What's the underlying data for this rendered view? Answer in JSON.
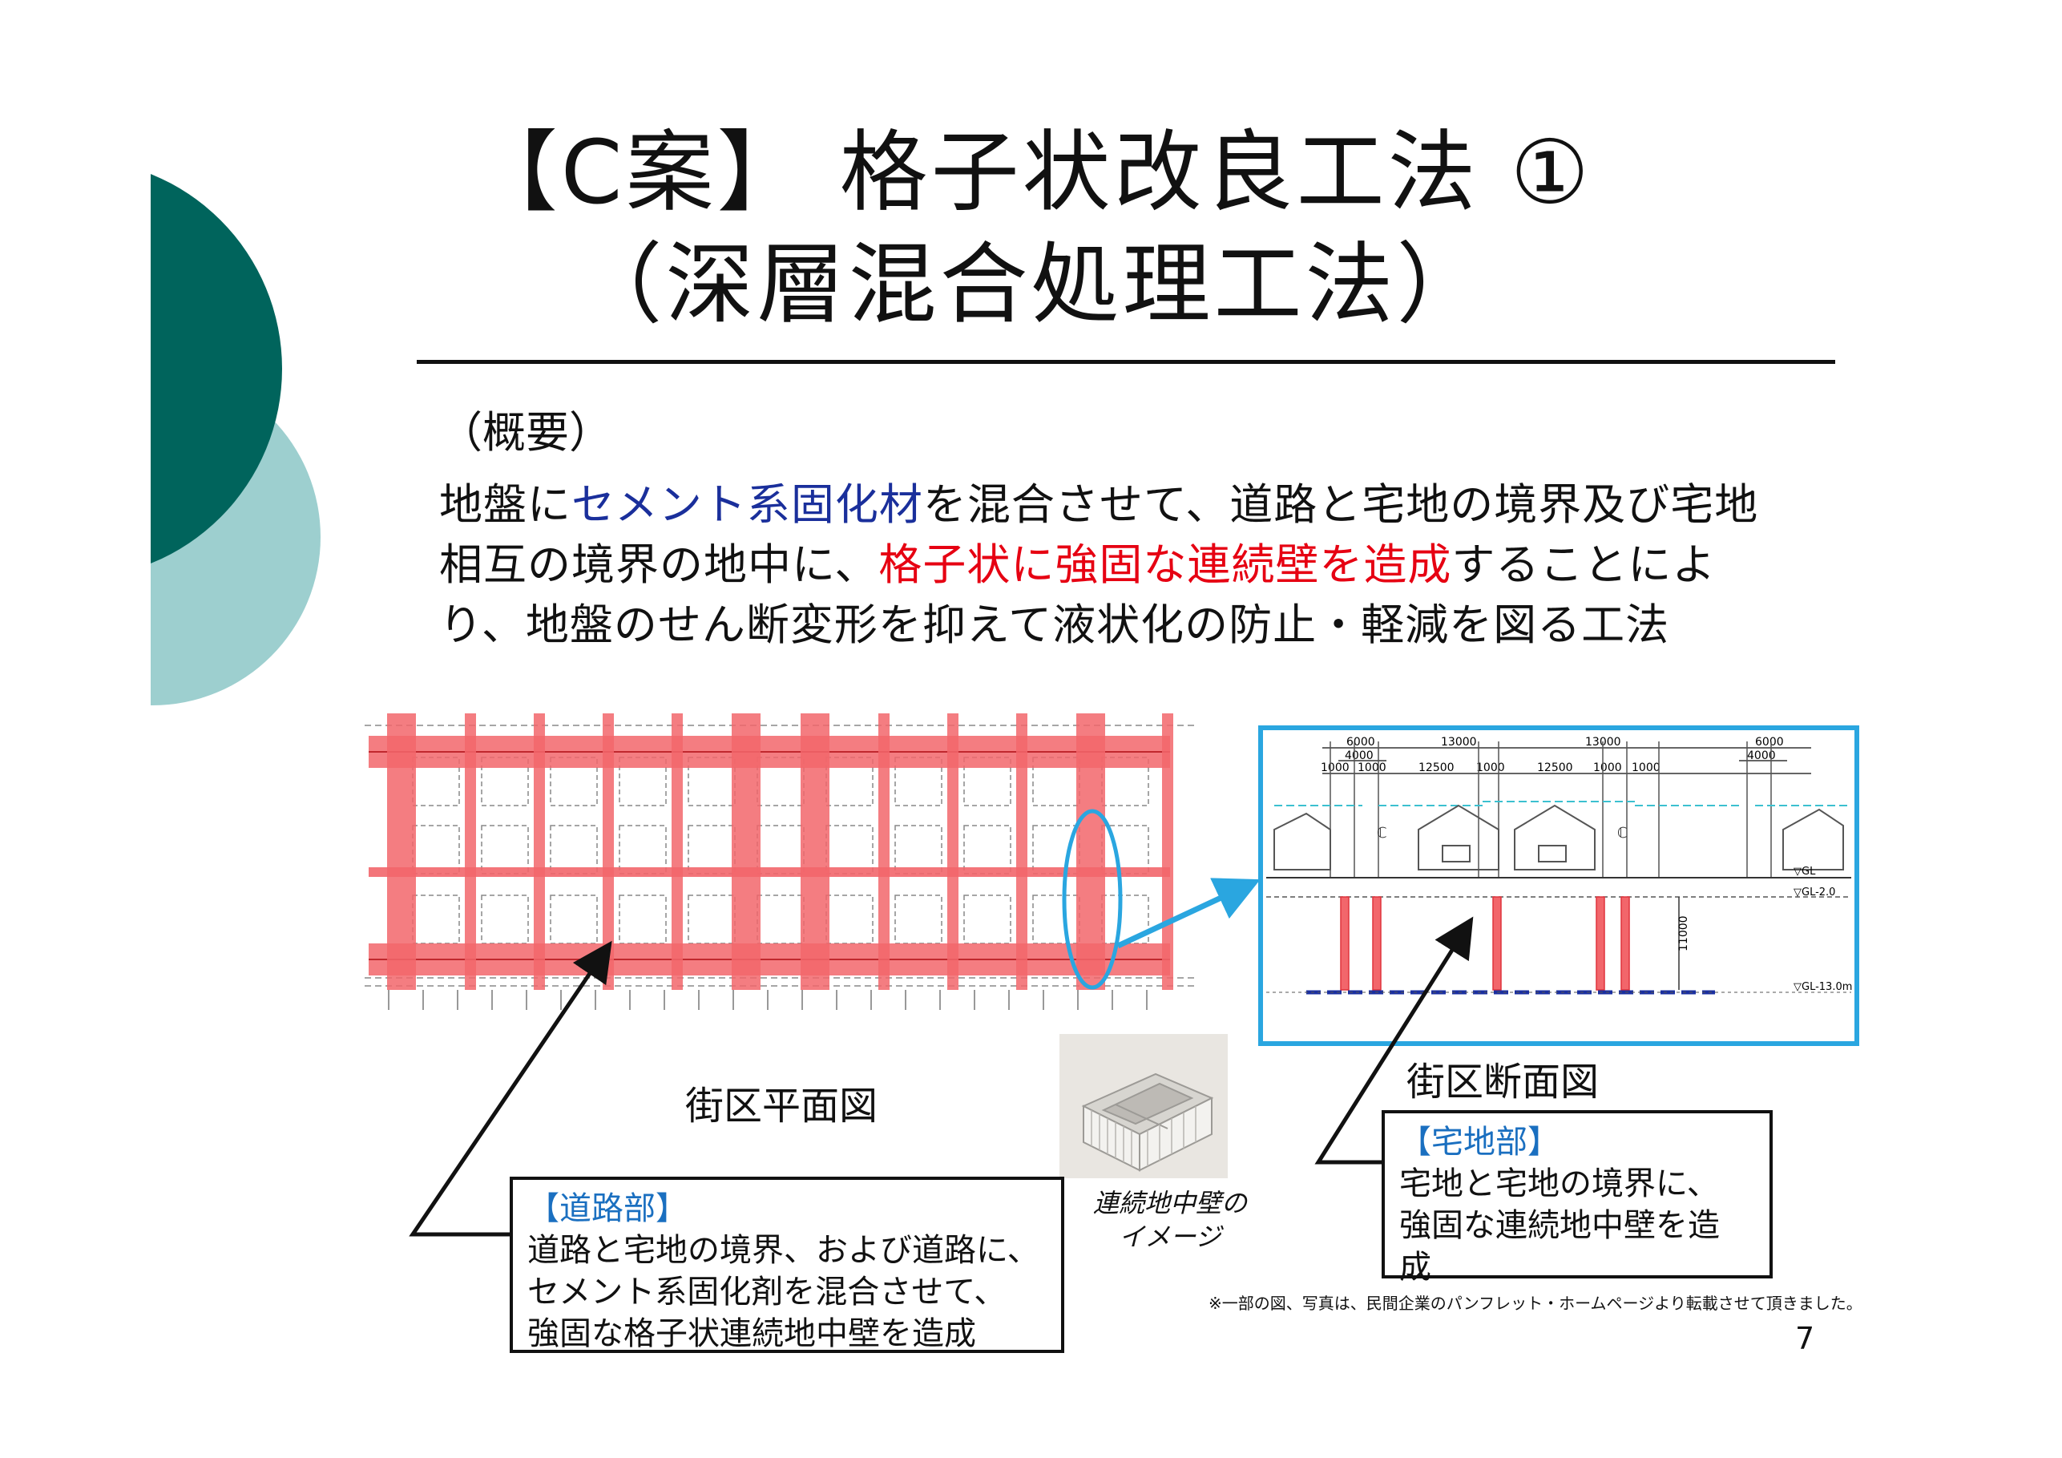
{
  "slide": {
    "title_line1": "【C案】 格子状改良工法 ①",
    "title_line2": "（深層混合処理工法）",
    "overview_label": "（概要）",
    "body": {
      "line1_pre": "地盤に",
      "line1_blue": "セメント系固化材",
      "line1_post": "を混合させて、道路と宅地の境界及び宅地",
      "line2_pre": "相互の境界の地中に、",
      "line2_red": "格子状に強固な連続壁を造成",
      "line2_post": "することによ",
      "line3": "り、地盤のせん断変形を抑えて液状化の防止・軽減を図る工法"
    },
    "plan_caption": "街区平面図",
    "section_caption": "街区断面図",
    "wall_image_caption": "連続地中壁の\nイメージ",
    "road_box": {
      "heading": "【道路部】",
      "line1": "道路と宅地の境界、および道路に、",
      "line2": "セメント系固化剤を混合させて、",
      "line3": "強固な格子状連続地中壁を造成"
    },
    "lot_box": {
      "heading": "【宅地部】",
      "line1": "宅地と宅地の境界に、",
      "line2": "強固な連続地中壁を造",
      "line3": "成"
    },
    "footnote": "※一部の図、写真は、民間企業のパンフレット・ホームページより転載させて頂きました。",
    "page_number": "7"
  },
  "section_dims": {
    "top_row": [
      "6000",
      "13000",
      "13000",
      "6000"
    ],
    "mid_row": [
      "4000",
      "4000"
    ],
    "bottom_row": [
      "1000",
      "1000",
      "12500",
      "1000",
      "12500",
      "1000",
      "1000"
    ],
    "depth_label": "11000",
    "levels": [
      "▽GL",
      "▽GL-2.0",
      "▽GL-13.0m"
    ],
    "cl_marks": [
      "ℂ",
      "ℂ"
    ]
  },
  "colors": {
    "dark_teal": "#00645c",
    "light_teal": "#9dcfcf",
    "grid_red": "#f2666b",
    "highlight_blue": "#2aa6e0",
    "text_blue": "#1a2f9b",
    "text_red": "#e60012"
  }
}
